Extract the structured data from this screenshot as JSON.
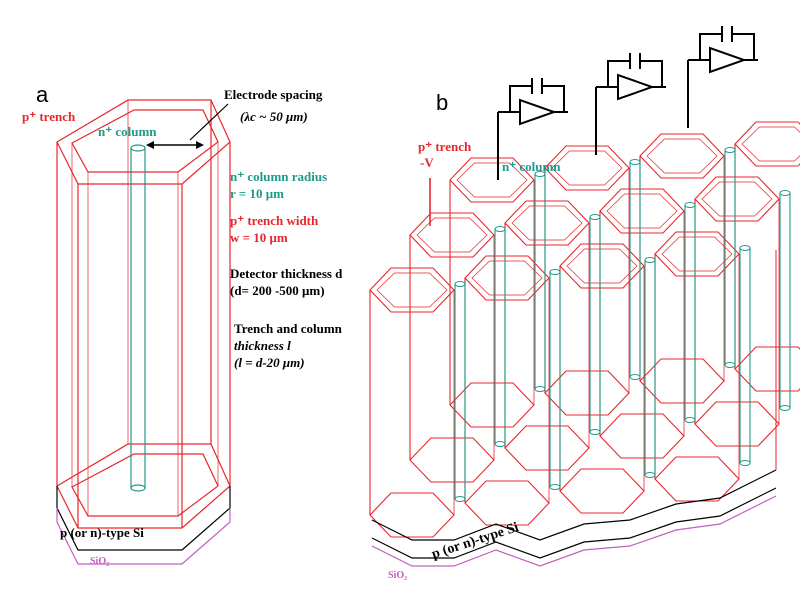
{
  "panel_a": {
    "letter": "a",
    "trench_label": "p⁺ trench",
    "column_label": "n⁺ column",
    "spacing_title": "Electrode spacing",
    "spacing_value": "(λc ~ 50 μm)",
    "radius_title": "n⁺ column radius",
    "radius_value": "r = 10 μm",
    "width_title": "p⁺ trench width",
    "width_value": "w = 10 μm",
    "detector_title": "Detector thickness d",
    "detector_value": "(d= 200 -500 μm)",
    "trench_col_1": "Trench and column",
    "trench_col_2": "thickness l",
    "trench_col_3": "(l = d-20 μm)",
    "substrate_label": "p (or n)-type Si",
    "oxide_label": "SiO₂"
  },
  "panel_b": {
    "letter": "b",
    "trench_label": "p⁺ trench",
    "bias_label": "-V",
    "column_label": "n⁺ column",
    "substrate_label": "p (or n)-type Si",
    "oxide_label": "SiO₂"
  },
  "colors": {
    "trench": "#e8262b",
    "column": "#1f9a8a",
    "text": "#000000",
    "oxide": "#c060c0"
  }
}
